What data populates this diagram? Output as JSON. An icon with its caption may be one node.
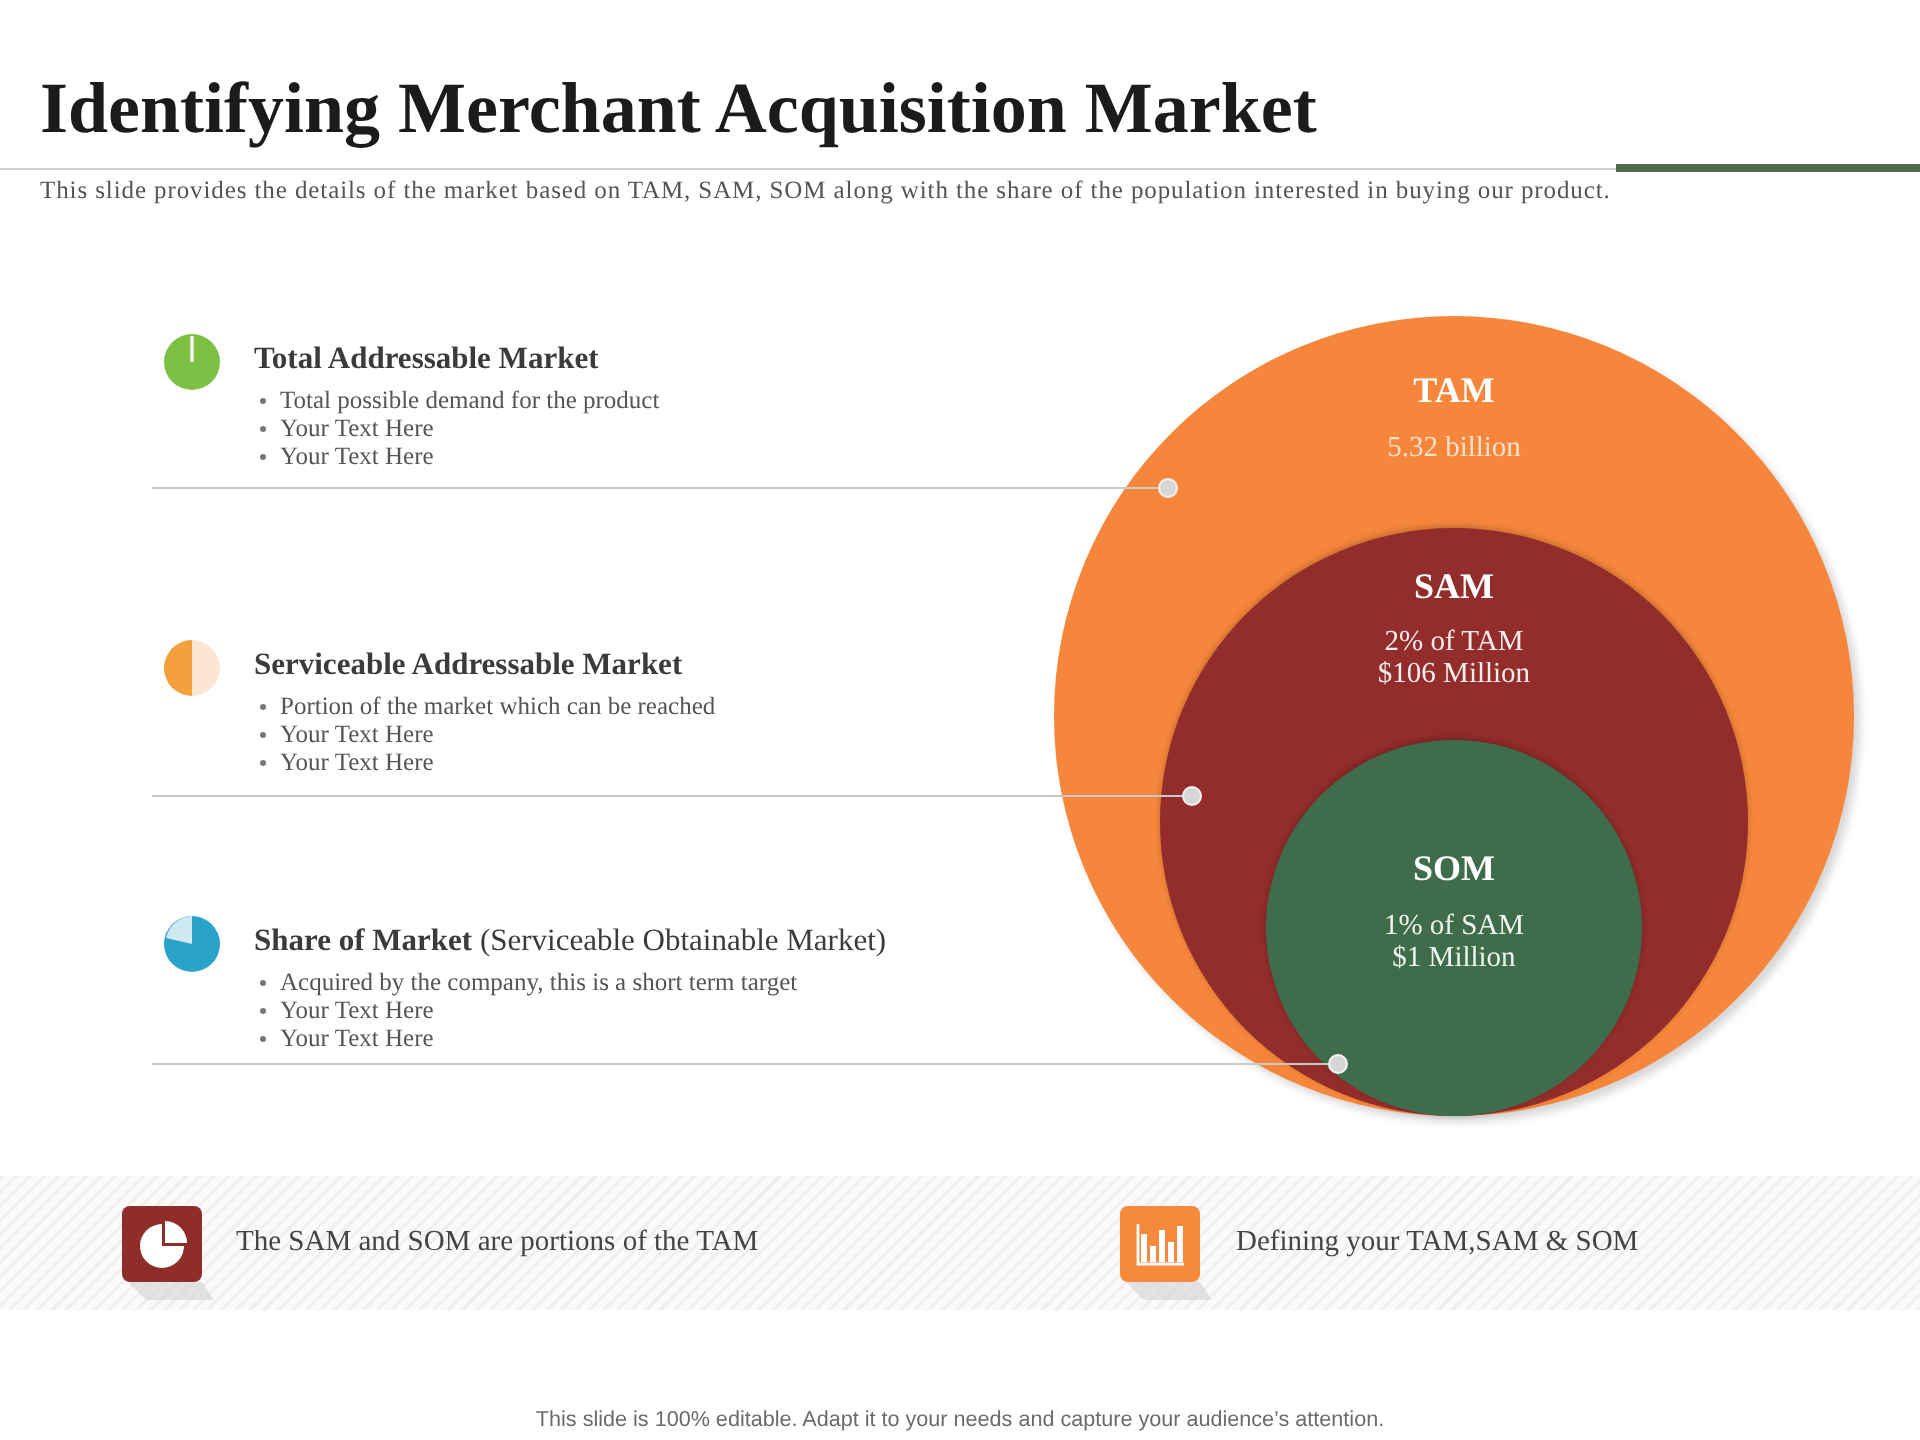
{
  "diagram": {
    "title": "Identifying Merchant Acquisition Market",
    "nodes": [
      {
        "text": [
          "Total Addressable Market",
          "Total possible demand for the product",
          "Your Text Here",
          "Your Text Here"
        ]
      },
      {
        "text": [
          "Serviceable Addressable Market",
          "Portion of the market which can be reached",
          "Your Text Here",
          "Your Text Here"
        ]
      },
      {
        "text": [
          "**Share of Market** (Serviceable Obtainable Market)",
          "Acquired by the company, this is a short term target",
          "Your Text Here",
          "Your Text Here"
        ]
      },
      {
        "text": [
          "TAM",
          "5.32 billion"
        ]
      },
      {
        "text": [
          "SAM",
          "2% of TAM $106 Million"
        ],
        "in": 3
      },
      {
        "text": [
          "SOM",
          "1% of SAM $1 Million"
        ],
        "in": 4
      },
      {
        "text": [],
        "shape": "circle",
        "in": 3
      },
      {
        "text": [],
        "shape": "circle",
        "in": 4
      },
      {
        "text": [],
        "shape": "circle",
        "in": 5
      },
      {
        "text": [
          "The SAM and SOM are portions of the TAM",
          "Defining your TAM,SAM & SOM"
        ]
      }
    ],
    "edges": [
      {
        "from": 0,
        "to": 6,
        "arrow": "none"
      },
      {
        "from": 1,
        "to": 7,
        "arrow": "none"
      },
      {
        "from": 2,
        "to": 8,
        "arrow": "none"
      }
    ],
    "labels": [
      "This slide provides the details of the market based on TAM, SAM, SOM along with the share of the population interested in buying our product.",
      "This slide is 100% editable. Adapt it to your needs and capture your audience’s attention."
    ]
  }
}
